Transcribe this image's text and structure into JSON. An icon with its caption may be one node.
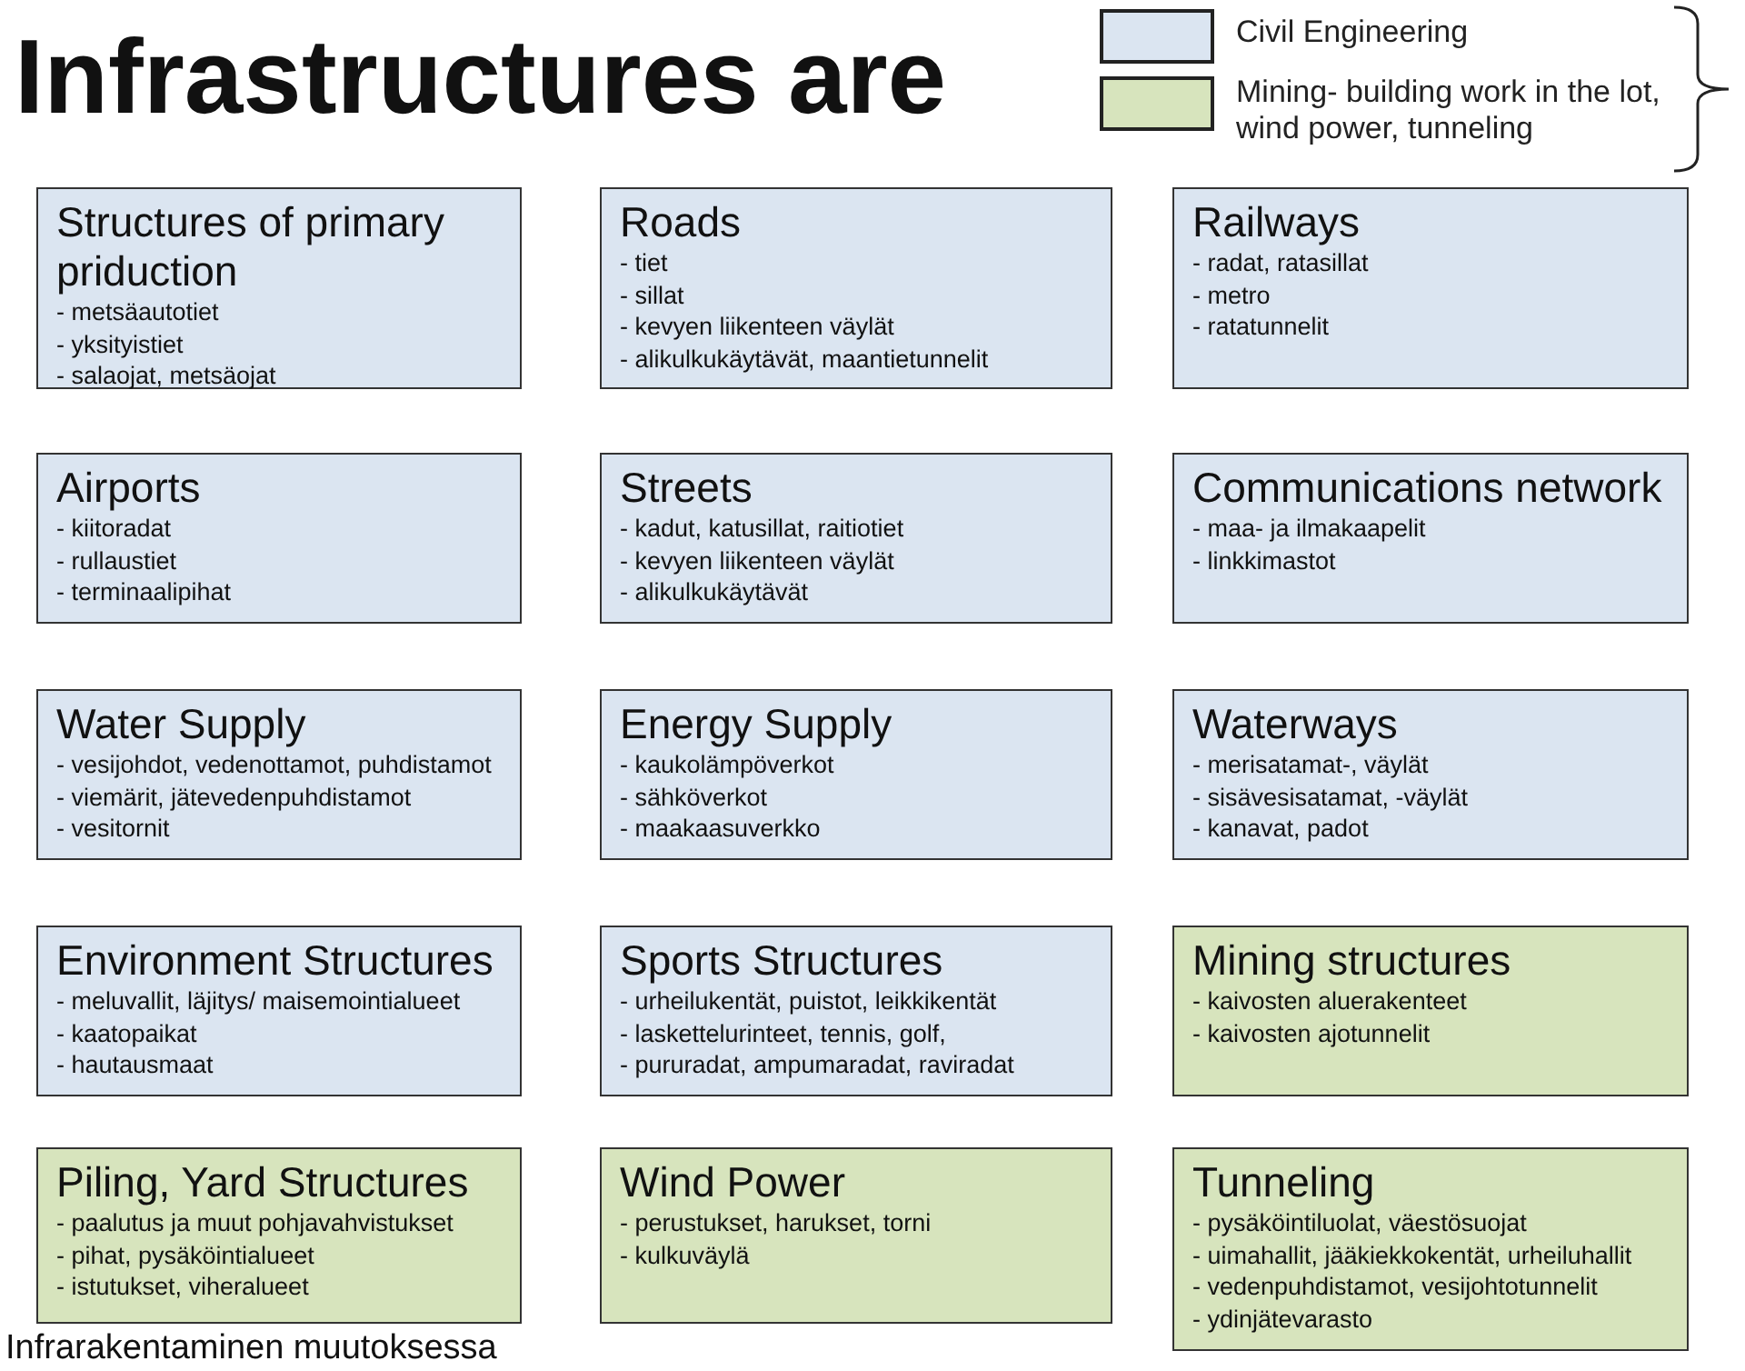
{
  "diagram": {
    "title": "Infrastructures are",
    "caption": "Infrarakentaminen muutoksessa",
    "nodes": [
      {
        "text": [
          "Structures of primary priduction",
          "- metsäautotiet",
          "- yksityistiet",
          "- salaojat, metsäojat"
        ]
      },
      {
        "text": [
          "Roads",
          "- tiet",
          "- sillat",
          "- kevyen liikenteen väylät",
          "- alikulkukäytävät, maantietunnelit"
        ]
      },
      {
        "text": [
          "Railways",
          "- radat, ratasillat",
          "- metro",
          "- ratatunnelit"
        ]
      },
      {
        "text": [
          "Airports",
          "- kiitoradat",
          "- rullaustiet",
          "- terminaalipihat"
        ]
      },
      {
        "text": [
          "Streets",
          "- kadut, katusillat, raitiotiet",
          "- kevyen liikenteen väylät",
          "- alikulkukäytävät"
        ]
      },
      {
        "text": [
          "Communications network",
          "- maa- ja ilmakaapelit",
          "- linkkimastot"
        ]
      },
      {
        "text": [
          "Water Supply",
          "- vesijohdot, vedenottamot, puhdistamot",
          "- viemärit, jätevedenpuhdistamot",
          "- vesitornit"
        ]
      },
      {
        "text": [
          "Energy Supply",
          "- kaukolämpöverkot",
          "- sähköverkot",
          "- maakaasuverkko"
        ]
      },
      {
        "text": [
          "Waterways",
          "- merisatamat-, väylät",
          "- sisävesisatamat, -väylät",
          "- kanavat, padot"
        ]
      },
      {
        "text": [
          "Environment Structures",
          "- meluvallit, läjitys/ maisemointialueet",
          "- kaatopaikat",
          "- hautausmaat"
        ]
      },
      {
        "text": [
          "Sports Structures",
          "- urheilukentät, puistot, leikkikentät",
          "- laskettelurinteet, tennis, golf,",
          "- pururadat, ampumaradat, raviradat"
        ]
      },
      {
        "text": [
          "Mining structures",
          "- kaivosten aluerakenteet",
          "- kaivosten ajotunnelit"
        ]
      },
      {
        "text": [
          "Piling, Yard Structures",
          "- paalutus ja muut pohjavahvistukset",
          "- pihat, pysäköintialueet",
          "- istutukset, viheralueet"
        ]
      },
      {
        "text": [
          "Wind Power",
          "- perustukset, harukset, torni",
          "- kulkuväylä"
        ]
      },
      {
        "text": [
          "Tunneling",
          "- pysäköintiluolat, väestösuojat",
          "- uimahallit, jääkiekkokentät, urheiluhallit",
          "- vedenpuhdistamot, vesijohtotunnelit",
          "- ydinjätevarasto"
        ]
      }
    ],
    "legend": [
      {
        "text": "Civil Engineering",
        "color": "#dbe5f1"
      },
      {
        "text": "Mining- building work in the lot, wind power, tunneling",
        "color": "#d7e4bd"
      }
    ]
  }
}
